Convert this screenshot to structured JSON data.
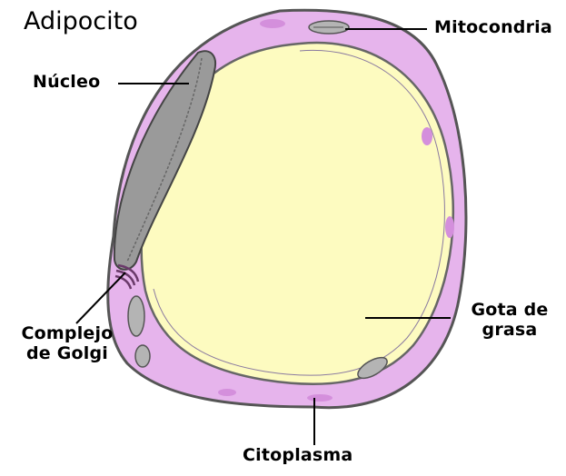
{
  "title": "Adipocito",
  "labels": {
    "mitocondria": "Mitocondria",
    "nucleo": "Núcleo",
    "golgi_line1": "Complejo",
    "golgi_line2": "de Golgi",
    "gota_line1": "Gota de",
    "gota_line2": "grasa",
    "citoplasma": "Citoplasma"
  },
  "colors": {
    "fat_droplet": "#fdfbc0",
    "cytoplasm": "#e6b4ec",
    "cytoplasm_dark": "#d48fdc",
    "nucleus": "#9a9a9a",
    "organelle": "#b4b4b4",
    "outline": "#555555"
  }
}
